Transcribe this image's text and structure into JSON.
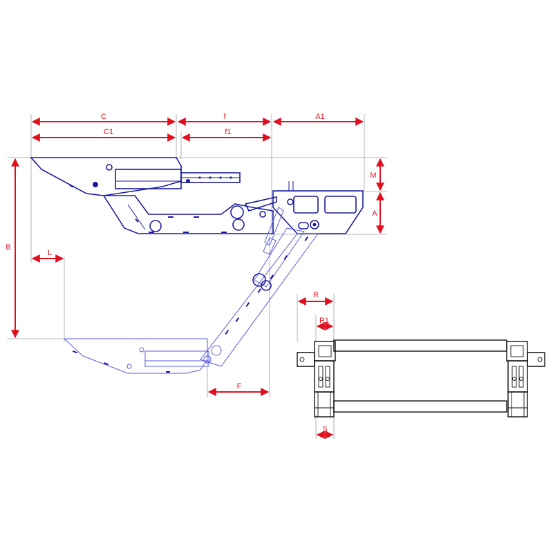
{
  "dimensions": {
    "C": "C",
    "C1": "C1",
    "f": "f",
    "f1": "f1",
    "A1": "A1",
    "M": "M",
    "A": "A",
    "B": "B",
    "L": "L",
    "F": "F",
    "R": "R",
    "R1": "R1",
    "S": "S"
  },
  "colors": {
    "dimension": "#e01020",
    "part_deployed": "#1a1aa0",
    "part_stowed": "#5a5ae0",
    "front_view": "#111111",
    "extension_line": "#9aa0aa"
  }
}
